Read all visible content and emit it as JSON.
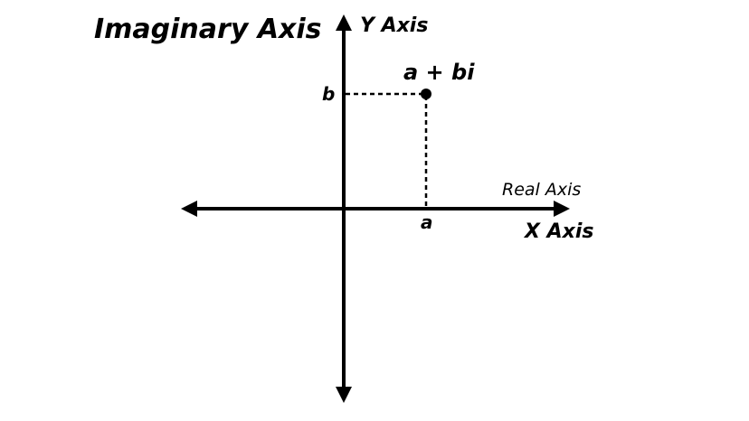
{
  "title": "Imaginary Axis",
  "y_axis_label": "Y Axis",
  "x_axis_label": "X Axis",
  "real_axis_label": "Real Axis",
  "point_label": "a + bi",
  "b_label": "b",
  "a_label": "a"
}
